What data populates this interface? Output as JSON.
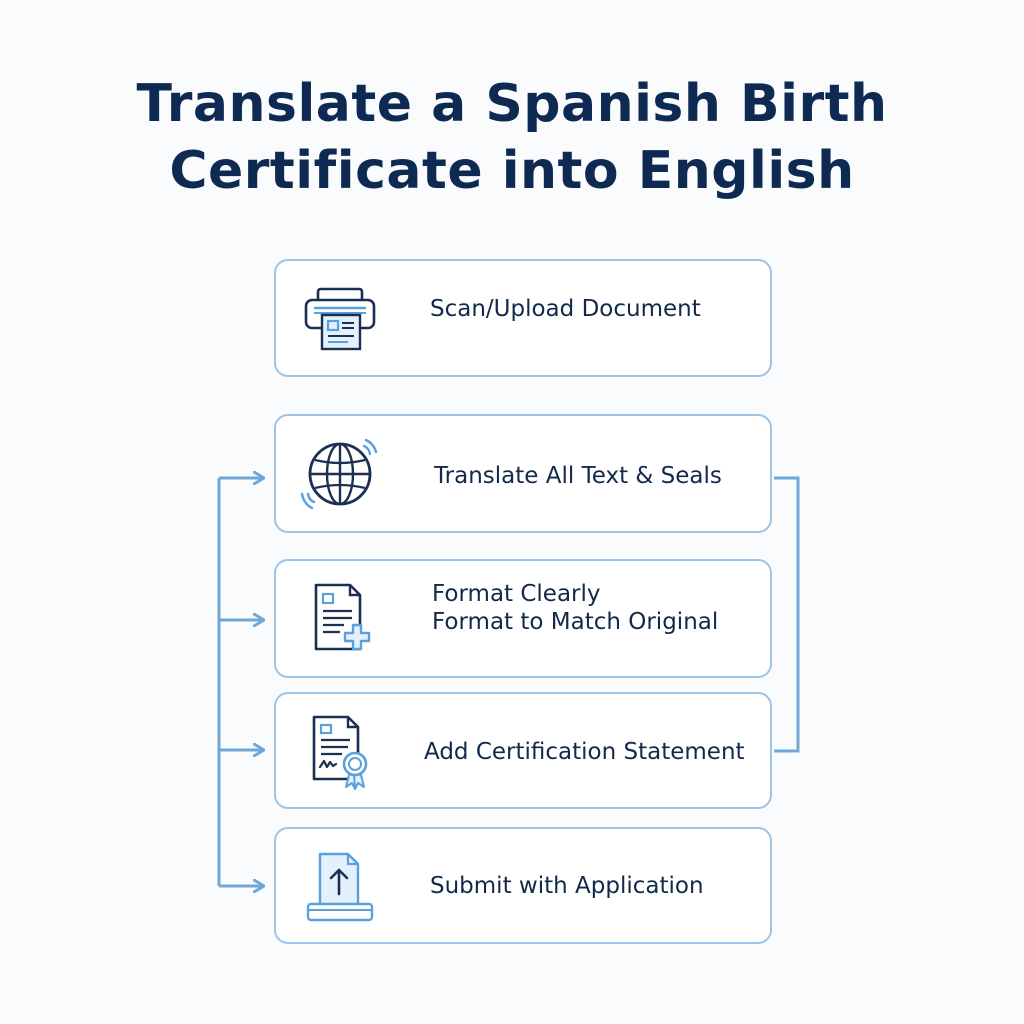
{
  "title": {
    "line1": "Translate a Spanish Birth",
    "line2": "Certificate into English"
  },
  "steps": [
    {
      "label": "Scan/Upload Document",
      "icon": "scanner-icon"
    },
    {
      "label": "Translate All Text & Seals",
      "icon": "globe-icon"
    },
    {
      "label": "Format Clearly",
      "label_line2": "Format to Match Original",
      "icon": "document-edit-icon"
    },
    {
      "label": "Add Certification Statement",
      "icon": "certificate-icon"
    },
    {
      "label": "Submit with Application",
      "icon": "upload-tray-icon"
    }
  ],
  "colors": {
    "title": "#0e2a52",
    "text": "#13294b",
    "border": "#9cc4e6",
    "connector": "#6fa8d8",
    "icon_dark": "#1a2f52",
    "icon_accent": "#5aa0dc",
    "background": "#fafbfc"
  }
}
